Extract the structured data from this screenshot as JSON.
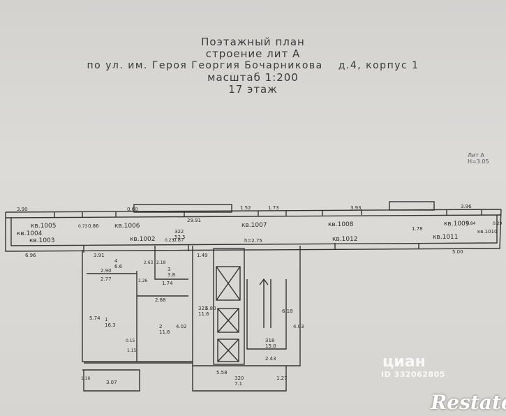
{
  "header": {
    "line1": "Поэтажный план",
    "line2": "строение лит А",
    "line3": "по ул. им. Героя Георгия Бочарникова",
    "line3b": "д.4, корпус 1",
    "line4": "масштаб 1:200",
    "line5": "17 этаж"
  },
  "litera": {
    "name": "Лит А",
    "height": "Н=3.05"
  },
  "apartments": [
    "кв.1005",
    "кв.1004",
    "кв.1003",
    "кв.1006",
    "кв.1002",
    "кв.1007",
    "кв.1008",
    "кв.1012",
    "кв.1009",
    "кв.1011",
    "кв.1010"
  ],
  "dimensions": {
    "d_3_90": "3.90",
    "d_0_60": "0.60",
    "d_1_52": "1.52",
    "d_1_73": "1.73",
    "d_3_93": "3.93",
    "d_3_96": "3.96",
    "d_0_86": "0.86",
    "d_0_73": "0.73",
    "d_29_91": "29.91",
    "d_6_96": "6.96",
    "d_0_87": "0.87",
    "d_0_23": "0.23",
    "d_h275": "h=2.75",
    "d_5_00": "5.00",
    "d_3_91": "3.91",
    "d_2_90": "2.90",
    "d_2_77": "2.77",
    "d_2_63": "2.63",
    "d_2_18": "2.18",
    "d_1_26": "1.26",
    "d_1_74": "1.74",
    "d_2_88": "2.88",
    "d_5_74": "5.74",
    "d_4_02": "4.02",
    "d_0_15": "0.15",
    "d_1_15": "1.15",
    "d_1_49": "1.49",
    "d_6_80": "6.80",
    "d_6_18": "6.18",
    "d_4_03": "4.03",
    "d_1_78": "1.78",
    "d_2_43": "2.43",
    "d_5_58": "5.58",
    "d_1_27": "1.27",
    "d_1_16": "1.16",
    "d_3_07": "3.07",
    "d_0_84": "0.84",
    "d_0_29": "0.29"
  },
  "rooms": {
    "corridor": "322\n52.5",
    "r1": "1\n16.3",
    "r2": "2\n11.6",
    "r3": "3\n3.8",
    "r4": "4\n6.6",
    "hall": "321\n11.6",
    "stair": "318\n15.0",
    "lift": "320\n7.1"
  },
  "watermark": {
    "cian": "циан",
    "cian_id": "ID 332062805",
    "restate": "Restate"
  }
}
